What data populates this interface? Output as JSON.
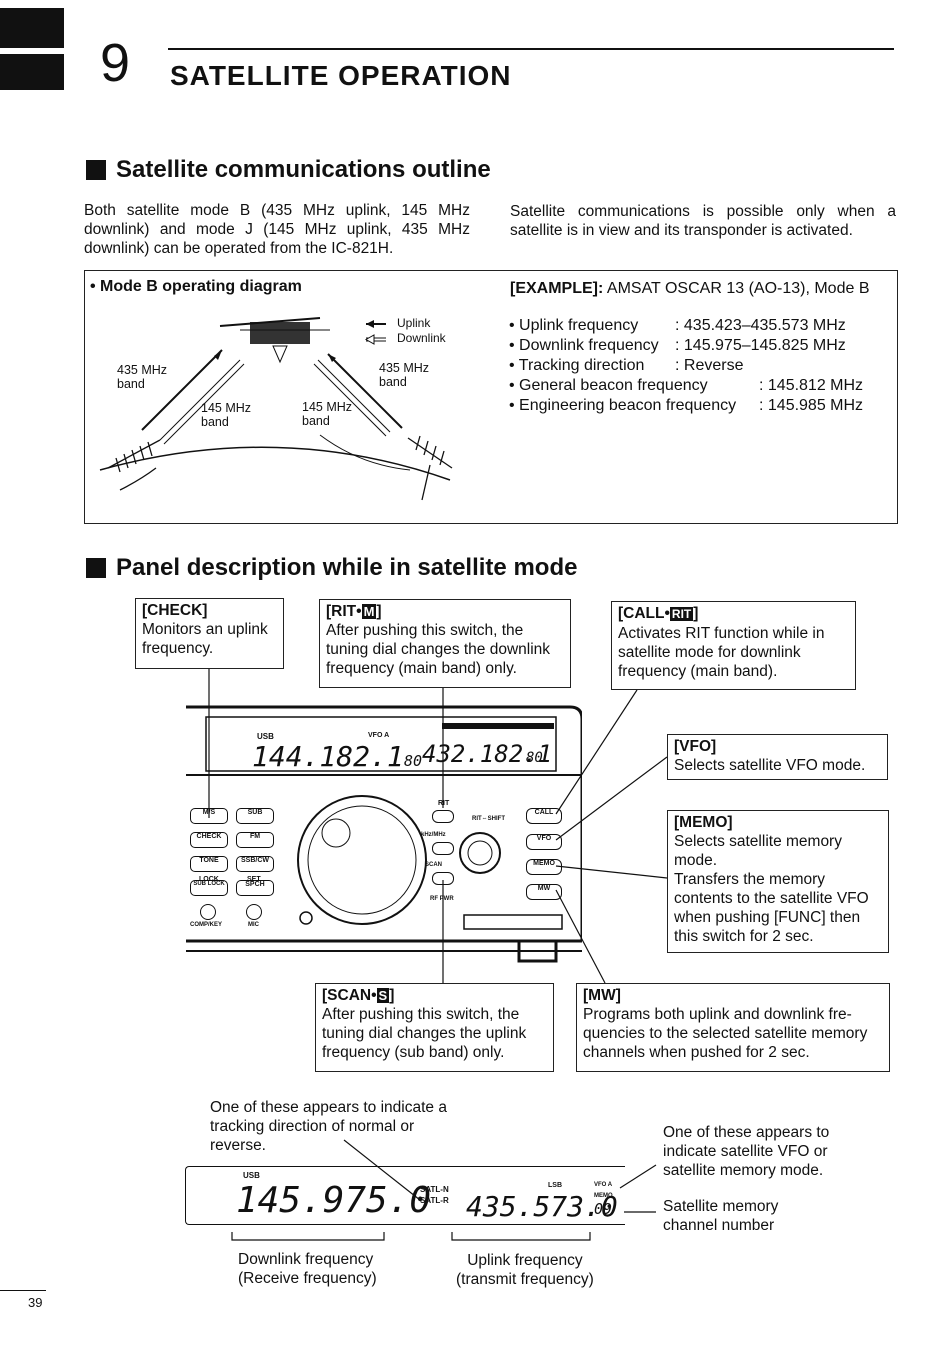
{
  "chapter": {
    "number": "9",
    "title": "SATELLITE OPERATION"
  },
  "section1": {
    "heading": "Satellite communications outline",
    "left_para": "Both satellite mode B (435 MHz uplink, 145 MHz downlink) and mode J (145 MHz uplink, 435 MHz downlink) can be operated from the IC-821H.",
    "right_para": "Satellite communications is possible only when a satellite is in view and its transponder is activated."
  },
  "diagram": {
    "title": "• Mode B operating diagram",
    "legend_uplink": "Uplink",
    "legend_downlink": "Downlink",
    "label_435_left_1": "435 MHz",
    "label_435_left_2": "band",
    "label_435_right_1": "435 MHz",
    "label_435_right_2": "band",
    "label_145_left_1": "145 MHz",
    "label_145_left_2": "band",
    "label_145_right_1": "145 MHz",
    "label_145_right_2": "band"
  },
  "example": {
    "title_bold": "[EXAMPLE]:",
    "title_rest": " AMSAT OSCAR 13 (AO-13), Mode B",
    "rows": [
      {
        "label": "• Uplink frequency",
        "value": ": 435.423–435.573 MHz"
      },
      {
        "label": "• Downlink frequency",
        "value": ": 145.975–145.825 MHz"
      },
      {
        "label": "• Tracking direction",
        "value": ": Reverse"
      },
      {
        "label": "• General beacon frequency",
        "value": ": 145.812 MHz"
      },
      {
        "label": "• Engineering beacon frequency",
        "value": ": 145.985 MHz"
      }
    ]
  },
  "section2": {
    "heading": "Panel description while in satellite mode"
  },
  "callouts": {
    "check": {
      "title": "[CHECK]",
      "body": "Monitors an uplink frequency."
    },
    "rit": {
      "title": "[RIT•",
      "badge": "M",
      "close": "]",
      "body": "After pushing this switch, the tuning dial changes the downlink frequency (main band) only."
    },
    "call": {
      "title": "[CALL•",
      "badge": "RIT",
      "close": "]",
      "body": "Activates RIT function while in satellite mode for downlink frequency (main band)."
    },
    "vfo": {
      "title": "[VFO]",
      "body": "Selects satellite VFO  mode."
    },
    "memo": {
      "title": "[MEMO]",
      "body1": "Selects satellite memory mode.",
      "body2": "Transfers the memory contents to the satellite VFO when pushing [FUNC] then this switch for 2 sec."
    },
    "scan": {
      "title": "[SCAN•",
      "badge": "S",
      "close": "]",
      "body": "After pushing this switch, the tuning dial changes the uplink frequency (sub band) only."
    },
    "mw": {
      "title": "[MW]",
      "body": "Programs both uplink and downlink fre-quencies to the selected satellite memory channels when pushed for 2 sec."
    }
  },
  "radio": {
    "lcd_left_mode": "USB",
    "lcd_left_vfo": "VFO A",
    "lcd_left_freq": "144.182.1",
    "lcd_left_small": "80",
    "lcd_right_freq": "432.182.1",
    "lcd_right_small": "80",
    "btn_labels": [
      "M/S",
      "SUB",
      "CHECK",
      "FM",
      "TONE",
      "SSB/CW",
      "SUB LOCK",
      "SPCH"
    ],
    "labels": {
      "lock": "LOCK",
      "set": "SET",
      "comp_key": "COMP/KEY",
      "mic": "MIC",
      "rit": "RIT",
      "rit_shift": "RIT⇔SHIFT",
      "khz_mhz": "kHz/MHz",
      "scan": "SCAN",
      "rf_pwr": "RF PWR",
      "call": "CALL",
      "vfo": "VFO",
      "memo": "MEMO",
      "mw": "MW"
    }
  },
  "bottom": {
    "note_left": "One of these appears to indicate a tracking direction of normal or reverse.",
    "note_right": "One of these appears to indicate satellite VFO or satellite memory mode.",
    "ch_note": "Satellite memory channel number",
    "lcd_mode_left": "USB",
    "lcd_freq_left": "145.975.0",
    "satl_n": "SATL-N",
    "satl_r": "SATL-R",
    "lcd_mode_right": "LSB",
    "lcd_vfo": "VFO A",
    "lcd_freq_right": "435.573.0",
    "lcd_memo": "MEMO",
    "lcd_ch": "09",
    "downlink_1": "Downlink frequency",
    "downlink_2": "(Receive frequency)",
    "uplink_1": "Uplink frequency",
    "uplink_2": "(transmit frequency)"
  },
  "page_number": "39"
}
